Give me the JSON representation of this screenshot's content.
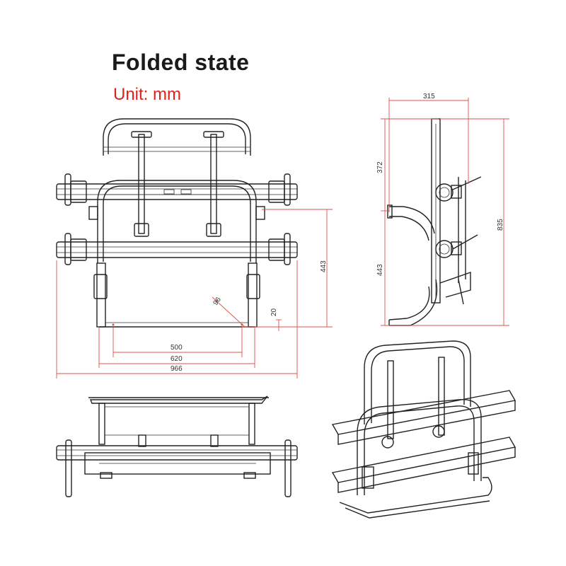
{
  "title": "Folded state",
  "unit": "Unit: mm",
  "colors": {
    "unit_text": "#e0211b",
    "dimension_line": "#e0504a",
    "drawing": "#222222"
  },
  "front_view": {
    "dims": {
      "d500": "500",
      "d620": "620",
      "d966": "966",
      "d443": "443",
      "d20": "20",
      "d96": "96"
    }
  },
  "side_view": {
    "dims": {
      "d315": "315",
      "d372": "372",
      "d443": "443",
      "d835": "835"
    }
  }
}
